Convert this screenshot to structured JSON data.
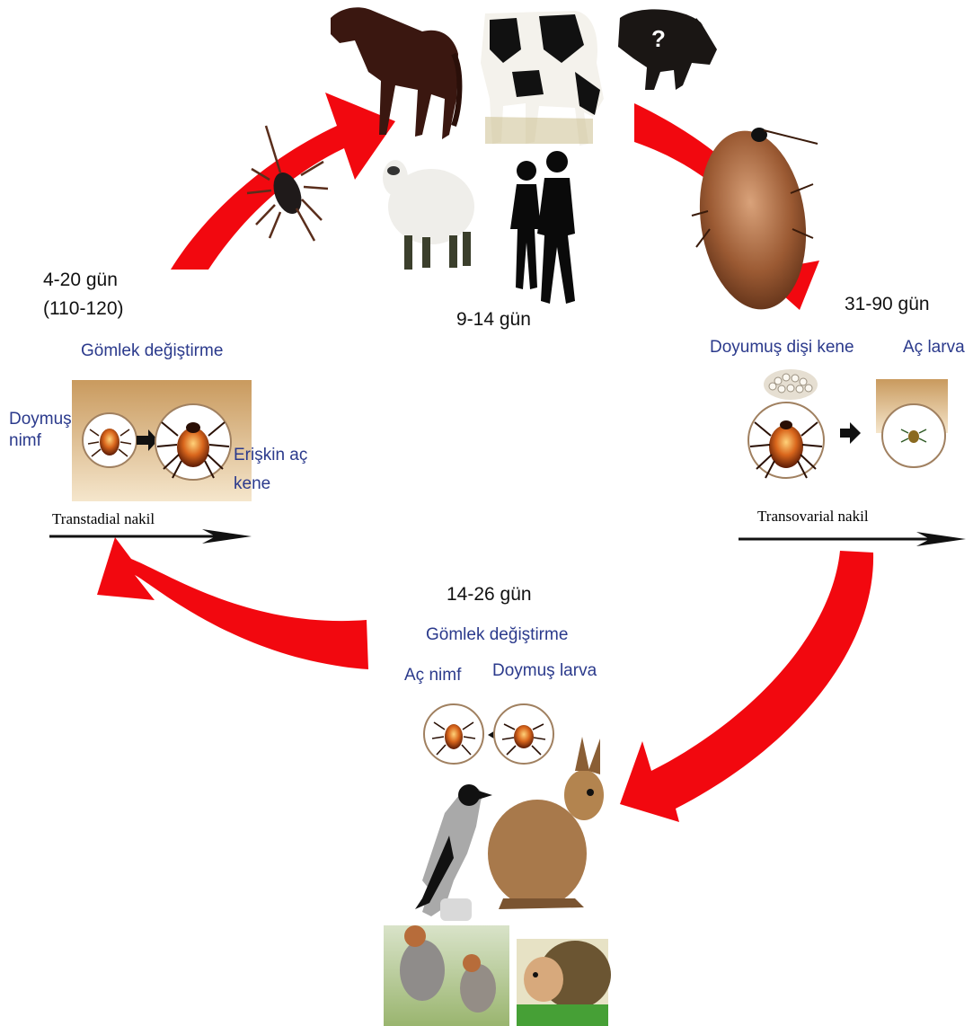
{
  "colors": {
    "cycle_arrow": "#f2080f",
    "stage_text": "#2b3a8c",
    "label_text": "#111111",
    "soil": "#e9c99b",
    "tick_body": "#b5541a"
  },
  "top_hosts": {
    "duration": "9-14 gün",
    "question_mark": "?",
    "icons": [
      "horse-icon",
      "cow-icon",
      "wild-boar-icon",
      "sheep-icon",
      "humans-icon",
      "tick-icon",
      "engorged-tick-icon"
    ]
  },
  "left_stage": {
    "duration": "4-20 gün",
    "duration_alt": "(110-120)",
    "molt_label": "Gömlek değiştirme",
    "from_label": "Doymuş nimf",
    "to_label": "Erişkin aç kene",
    "transmission": "Transtadial nakil"
  },
  "right_stage": {
    "duration": "31-90 gün",
    "from_label": "Doyumuş dişi kene",
    "to_label": "Aç larva",
    "transmission": "Transovarial nakil"
  },
  "bottom_stage": {
    "duration": "14-26 gün",
    "molt_label": "Gömlek değiştirme",
    "left_label": "Aç nimf",
    "right_label": "Doymuş larva",
    "icons": [
      "crow-icon",
      "hare-icon",
      "partridge-icon",
      "hedgehog-icon"
    ]
  }
}
